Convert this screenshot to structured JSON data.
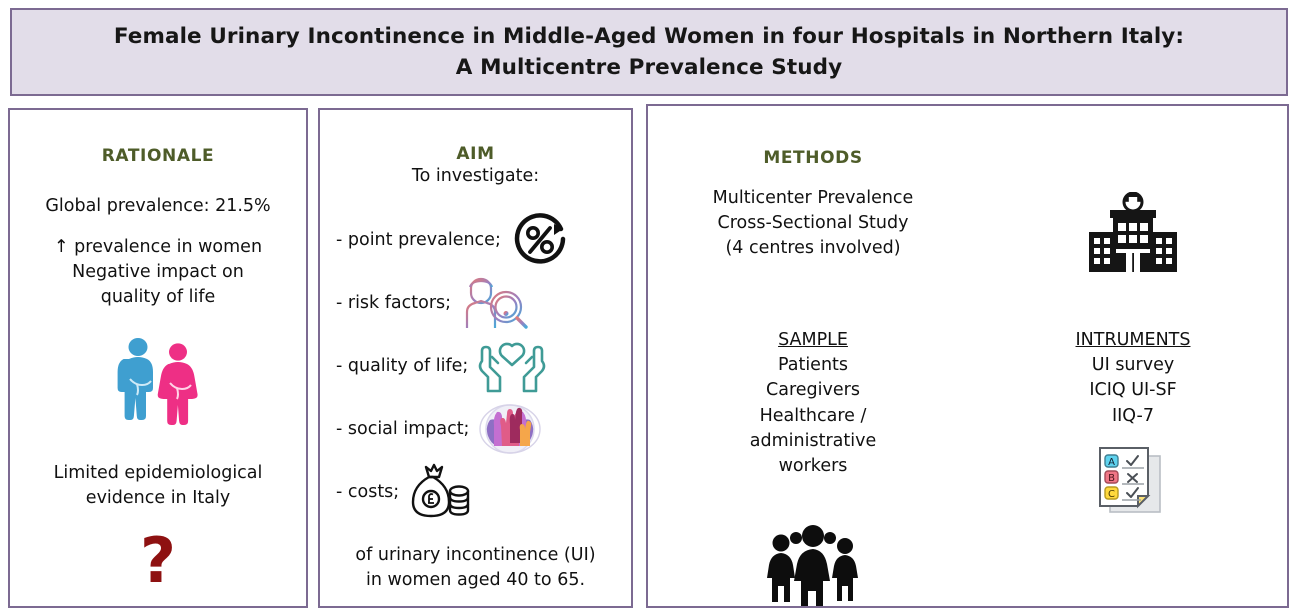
{
  "title": {
    "line1": "Female Urinary Incontinence in Middle-Aged Women in four Hospitals in Northern Italy:",
    "line2": "A Multicentre Prevalence Study"
  },
  "colors": {
    "banner_background": "#e2dde9",
    "border": "#7c6a92",
    "section_heading": "#4e5c29",
    "body_text": "#111111",
    "question_mark": "#8e1111",
    "male_figure": "#3f9fd0",
    "female_figure": "#ee2f85",
    "heart_hands": "#3f9b96"
  },
  "rationale": {
    "heading": "RATIONALE",
    "stat_line": "Global prevalence: 21.5%",
    "points": [
      "↑ prevalence in women",
      "Negative impact on",
      "quality of life"
    ],
    "figures_icon": "male-female-urgency-icon",
    "limited": [
      "Limited epidemiological",
      "evidence in Italy"
    ],
    "question_icon": "question-mark-icon",
    "question_glyph": "?"
  },
  "aim": {
    "heading": "AIM",
    "subheading": "To investigate:",
    "items": [
      {
        "label": "- point prevalence;",
        "icon": "percent-circle-icon"
      },
      {
        "label": "- risk factors;",
        "icon": "person-magnifier-alert-icon"
      },
      {
        "label": "- quality of life;",
        "icon": "heart-in-hands-icon"
      },
      {
        "label": "- social impact;",
        "icon": "raised-hands-globe-icon"
      },
      {
        "label": "- costs;",
        "icon": "money-bag-coins-icon"
      }
    ],
    "footer_line1": "of urinary incontinence (UI)",
    "footer_line2": "in women aged 40 to 65."
  },
  "methods": {
    "heading": "METHODS",
    "design": [
      "Multicenter Prevalence",
      "Cross-Sectional Study",
      "(4 centres involved)"
    ],
    "sample": {
      "heading": "SAMPLE",
      "items": [
        "Patients",
        "Caregivers",
        "Healthcare /",
        "administrative",
        "workers"
      ],
      "icon": "group-of-people-icon"
    },
    "instruments": {
      "heading": "INTRUMENTS",
      "items": [
        "UI survey",
        "ICIQ UI-SF",
        "IIQ-7"
      ],
      "icon": "questionnaire-checklist-icon"
    },
    "hospital_icon": "hospital-building-icon"
  }
}
